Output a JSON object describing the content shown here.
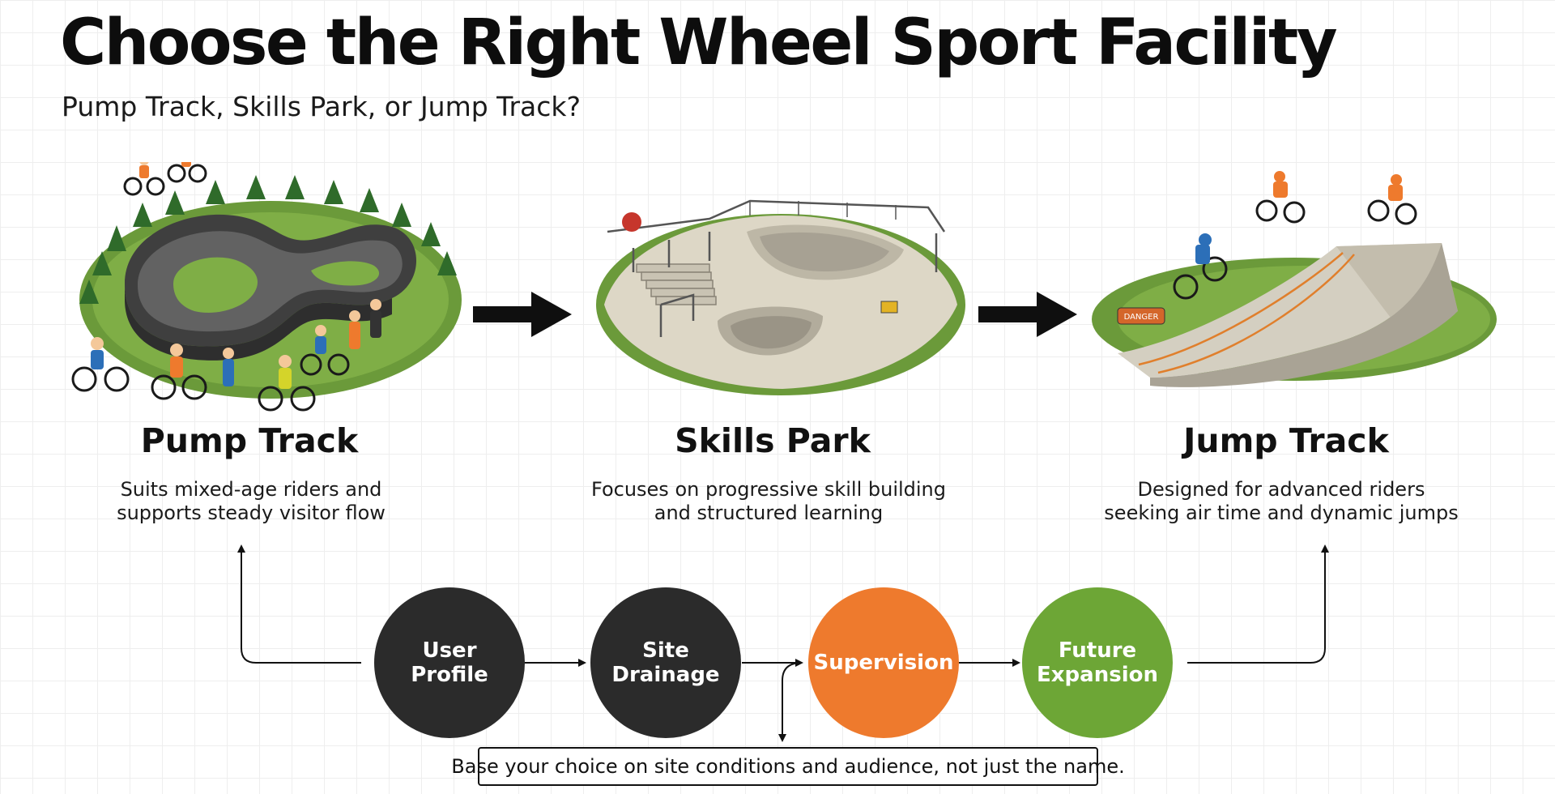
{
  "header": {
    "title": "Choose the Right Wheel Sport Facility",
    "subtitle": "Pump Track, Skills Park, or Jump Track?"
  },
  "facilities": [
    {
      "title": "Pump Track",
      "description_line1": "Suits mixed-age riders and",
      "description_line2": "supports steady visitor flow",
      "sign_text": ""
    },
    {
      "title": "Skills Park",
      "description_line1": "Focuses on progressive skill building",
      "description_line2": "and structured learning",
      "sign_text": ""
    },
    {
      "title": "Jump Track",
      "description_line1": "Designed for advanced riders",
      "description_line2": "seeking air time and dynamic jumps",
      "sign_text": "DANGER"
    }
  ],
  "factors": [
    {
      "line1": "User",
      "line2": "Profile",
      "color": "#2b2b2b"
    },
    {
      "line1": "Site",
      "line2": "Drainage",
      "color": "#2b2b2b"
    },
    {
      "line1": "Supervision",
      "line2": "",
      "color": "#ee7a2d"
    },
    {
      "line1": "Future",
      "line2": "Expansion",
      "color": "#6da636"
    }
  ],
  "note": "Base your choice on site conditions and audience, not just the name.",
  "colors": {
    "dark_circle": "#2b2b2b",
    "supervision": "#ee7a2d",
    "expansion": "#6da636",
    "grass": "#6b9a3a",
    "concrete": "#d9d4c6",
    "asphalt": "#4a4a4a"
  }
}
